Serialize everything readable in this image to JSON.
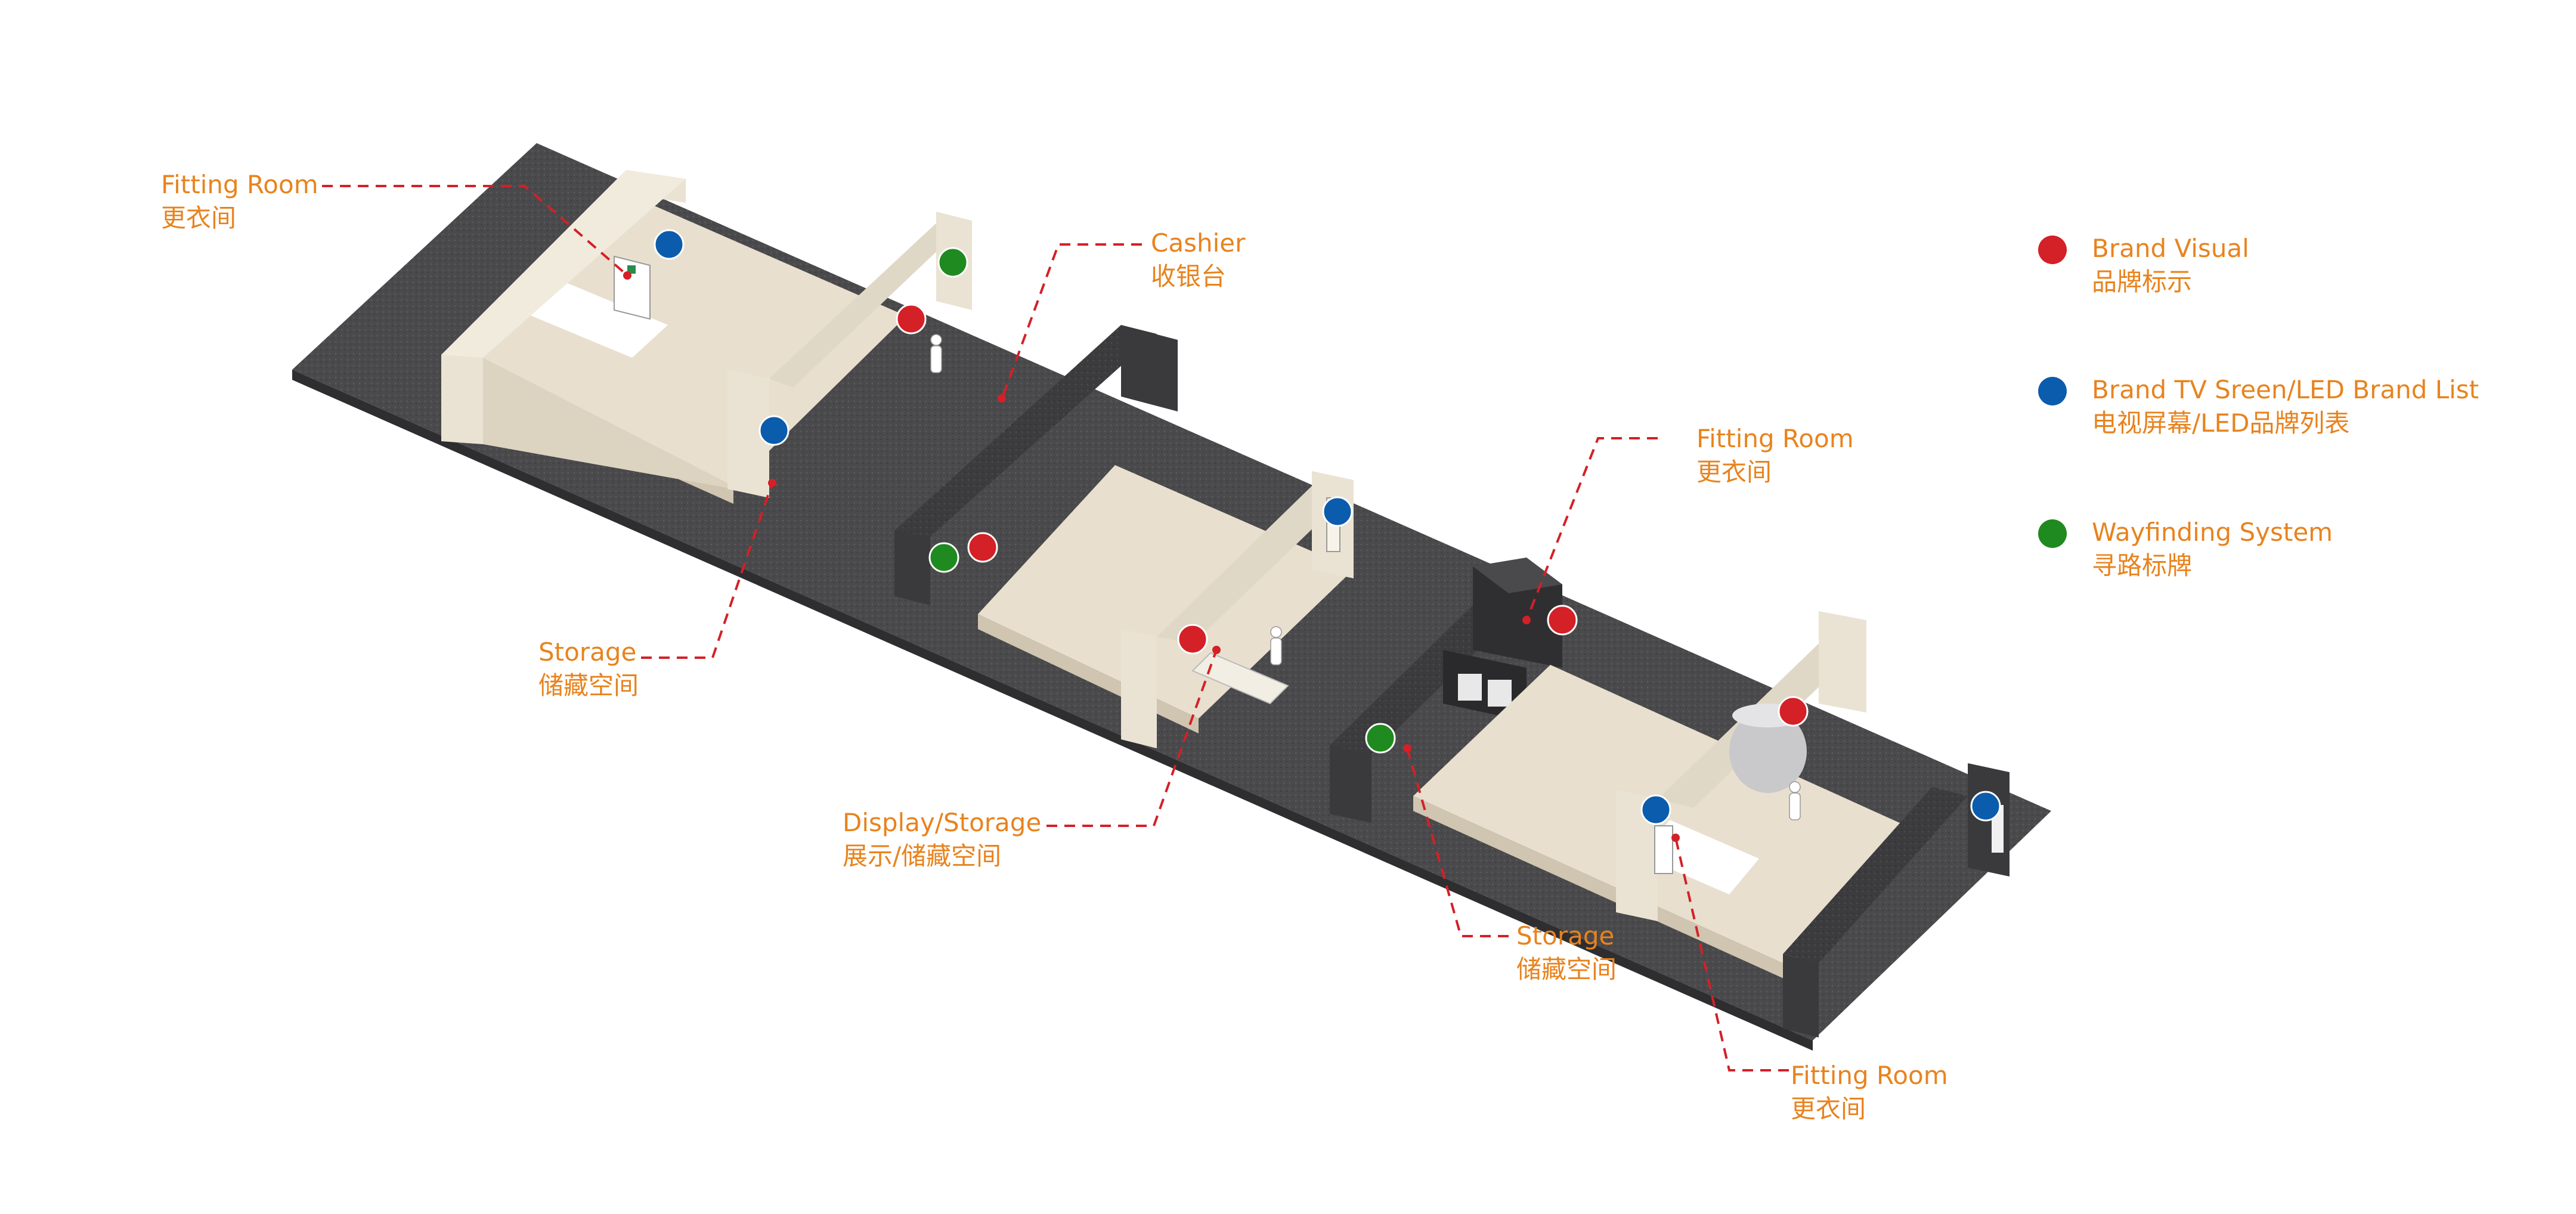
{
  "labels": {
    "fitting_room_1": {
      "en": "Fitting Room",
      "zh": "更衣间"
    },
    "cashier": {
      "en": "Cashier",
      "zh": "收银台"
    },
    "fitting_room_2": {
      "en": "Fitting Room",
      "zh": "更衣间"
    },
    "storage_1": {
      "en": "Storage",
      "zh": "储藏空间"
    },
    "display_storage": {
      "en": "Display/Storage",
      "zh": "展示/储藏空间"
    },
    "storage_2": {
      "en": "Storage",
      "zh": "储藏空间"
    },
    "fitting_room_3": {
      "en": "Fitting Room",
      "zh": "更衣间"
    }
  },
  "legend": {
    "items": [
      {
        "en": "Brand Visual",
        "zh": "品牌标示",
        "color": "#D42027"
      },
      {
        "en": "Brand TV Sreen/LED Brand List",
        "zh": "电视屏幕/LED品牌列表",
        "color": "#0B5CAD"
      },
      {
        "en": "Wayfinding System",
        "zh": "寻路标牌",
        "color": "#1F8A1F"
      }
    ]
  },
  "colors": {
    "label_text": "#E8831E",
    "leader_line": "#D42027",
    "floor": "#4A4A4C",
    "platform": "#E8DFCF",
    "wall_light": "#EAE3D3",
    "wall_dark": "#3E3E40"
  }
}
